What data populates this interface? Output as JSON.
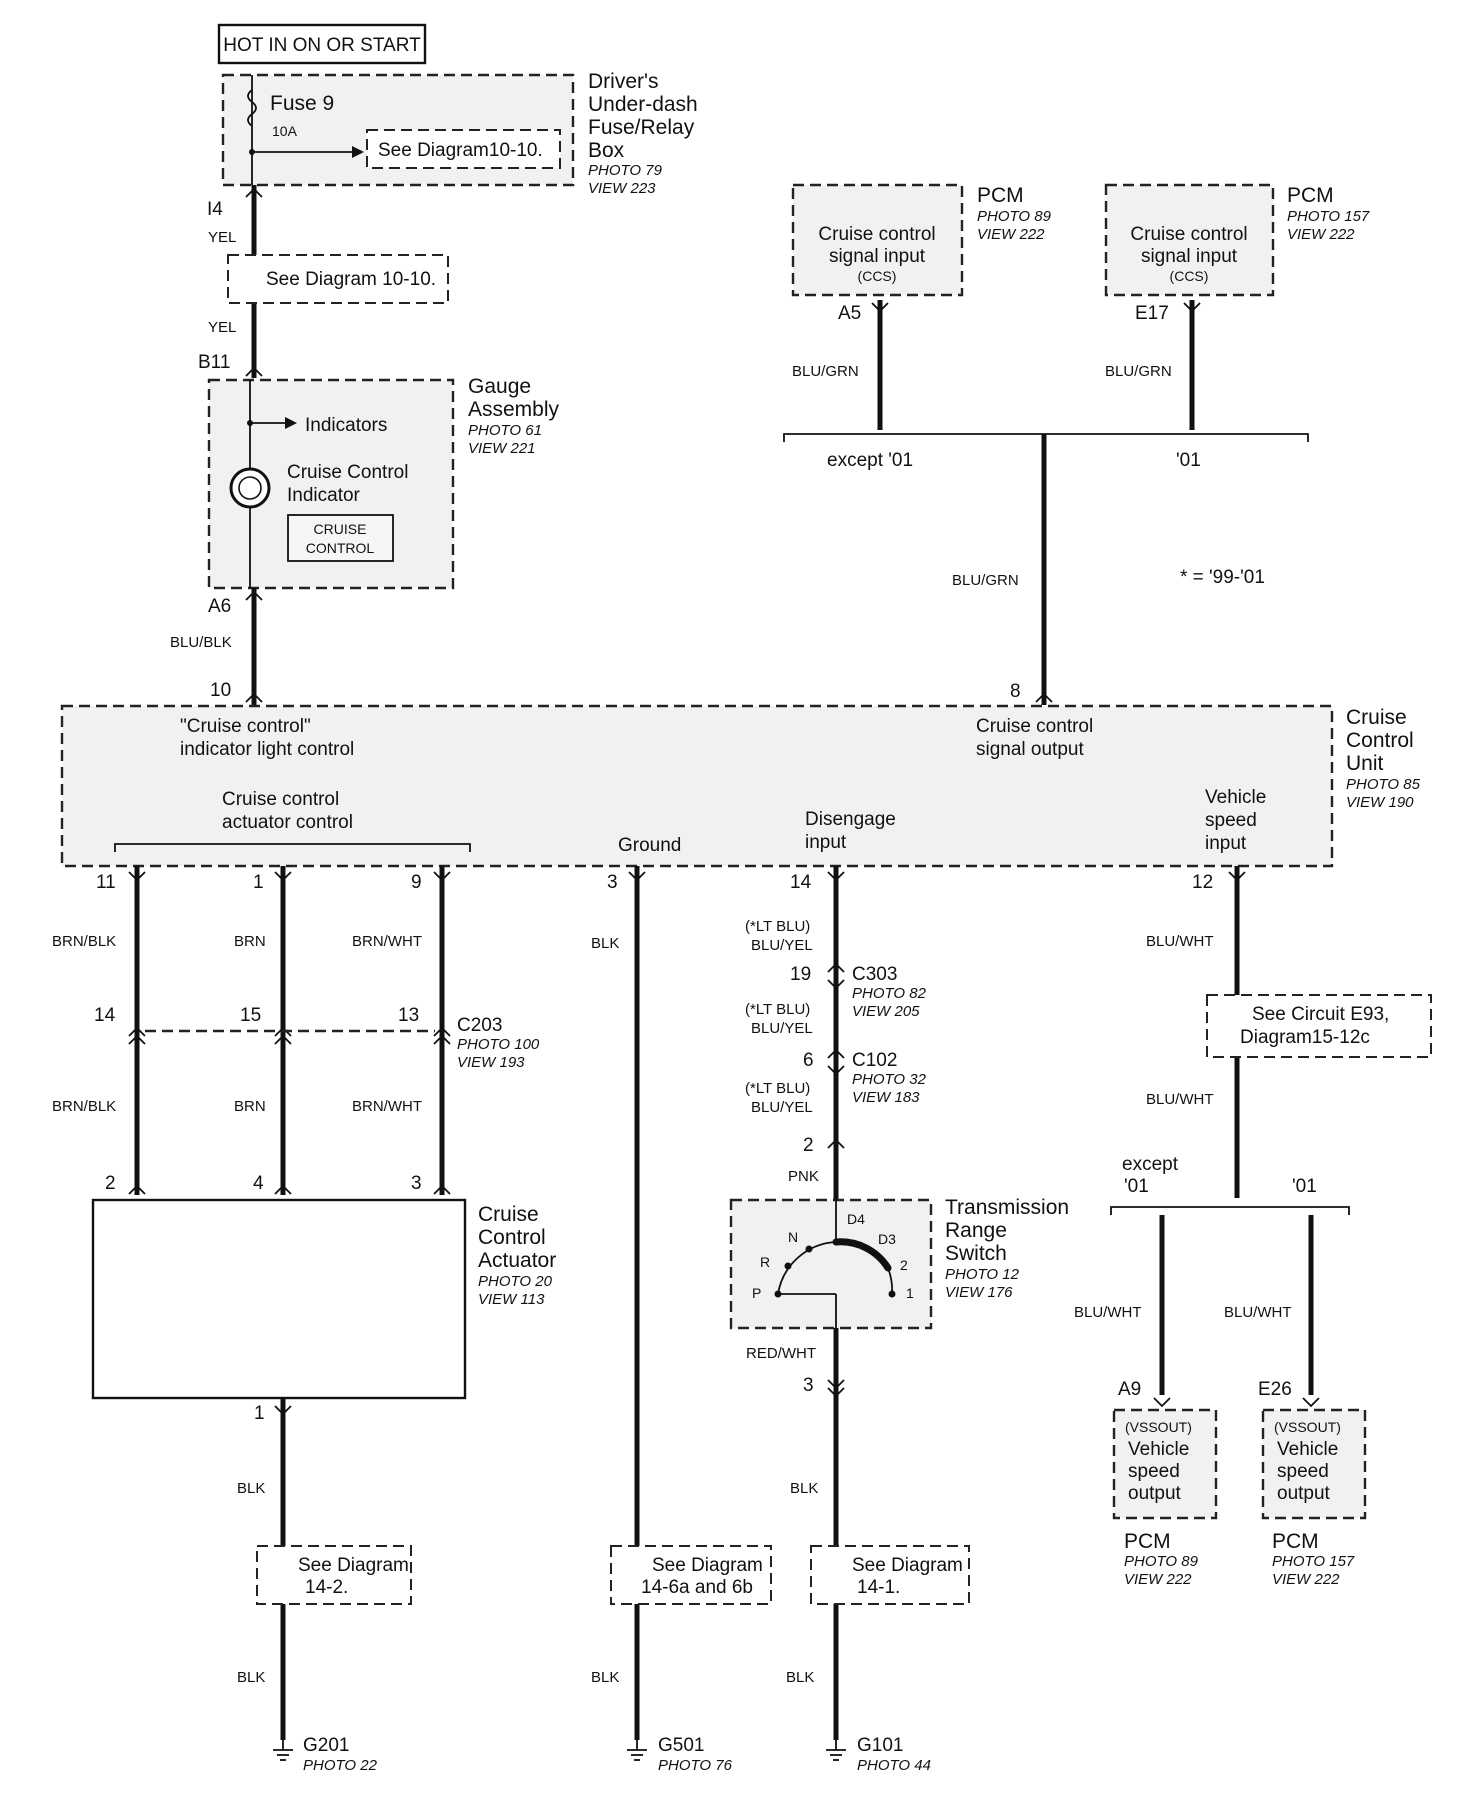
{
  "power": {
    "hot_label": "HOT IN ON OR START"
  },
  "fuse_box": {
    "fuse": "Fuse 9",
    "amps": "10A",
    "see": "See Diagram10-10.",
    "name_l1": "Driver's",
    "name_l2": "Under-dash",
    "name_l3": "Fuse/Relay",
    "name_l4": "Box",
    "photo": "PHOTO 79",
    "view": "VIEW 223"
  },
  "feed": {
    "pin_i4": "I4",
    "wire1": "YEL",
    "see": "See Diagram 10-10.",
    "wire2": "YEL",
    "pin_b11": "B11"
  },
  "gauge": {
    "indicators": "Indicators",
    "cc_l1": "Cruise Control",
    "cc_l2": "Indicator",
    "badge_l1": "CRUISE",
    "badge_l2": "CONTROL",
    "name_l1": "Gauge",
    "name_l2": "Assembly",
    "photo": "PHOTO 61",
    "view": "VIEW 221",
    "pin_a6": "A6",
    "wire": "BLU/BLK",
    "pin_10": "10"
  },
  "pcm_ccs_left": {
    "l1": "Cruise control",
    "l2": "signal input",
    "l3": "(CCS)",
    "name": "PCM",
    "photo": "PHOTO 89",
    "view": "VIEW 222",
    "pin": "A5",
    "wire": "BLU/GRN",
    "branch": "except '01"
  },
  "pcm_ccs_right": {
    "l1": "Cruise control",
    "l2": "signal input",
    "l3": "(CCS)",
    "name": "PCM",
    "photo": "PHOTO 157",
    "view": "VIEW 222",
    "pin": "E17",
    "wire": "BLU/GRN",
    "branch": "'01"
  },
  "ccs_trunk": {
    "wire": "BLU/GRN",
    "note": "* = '99-'01",
    "pin_8": "8"
  },
  "ccu": {
    "f1_l1": "\"Cruise control\"",
    "f1_l2": "indicator light control",
    "f2_l1": "Cruise control",
    "f2_l2": "actuator control",
    "f3_l1": "Cruise control",
    "f3_l2": "signal output",
    "ground": "Ground",
    "dis_l1": "Disengage",
    "dis_l2": "input",
    "vs_l1": "Vehicle",
    "vs_l2": "speed",
    "vs_l3": "input",
    "name_l1": "Cruise",
    "name_l2": "Control",
    "name_l3": "Unit",
    "photo": "PHOTO 85",
    "view": "VIEW 190"
  },
  "actuator_wires": {
    "p11": "11",
    "p1": "1",
    "p9": "9",
    "w1": "BRN/BLK",
    "w2": "BRN",
    "w3": "BRN/WHT",
    "c14": "14",
    "c15": "15",
    "c13": "13",
    "conn": "C203",
    "conn_photo": "PHOTO 100",
    "conn_view": "VIEW 193",
    "w4": "BRN/BLK",
    "w5": "BRN",
    "w6": "BRN/WHT",
    "a2": "2",
    "a4": "4",
    "a3": "3"
  },
  "actuator": {
    "name_l1": "Cruise",
    "name_l2": "Control",
    "name_l3": "Actuator",
    "photo": "PHOTO 20",
    "view": "VIEW 113",
    "pin1": "1",
    "wire1": "BLK",
    "see_l1": "See Diagram",
    "see_l2": "14-2.",
    "wire2": "BLK",
    "ground": "G201",
    "ground_photo": "PHOTO 22"
  },
  "ground_run": {
    "pin3": "3",
    "wire1": "BLK",
    "see_l1": "See Diagram",
    "see_l2": "14-6a and 6b",
    "wire2": "BLK",
    "ground": "G501",
    "ground_photo": "PHOTO 76"
  },
  "disengage": {
    "pin14": "14",
    "alt1": "(*LT BLU)",
    "w1": "BLU/YEL",
    "c19": "19",
    "conn1": "C303",
    "conn1_photo": "PHOTO 82",
    "conn1_view": "VIEW 205",
    "alt2": "(*LT BLU)",
    "w2": "BLU/YEL",
    "c6": "6",
    "conn2": "C102",
    "conn2_photo": "PHOTO 32",
    "conn2_view": "VIEW 183",
    "alt3": "(*LT BLU)",
    "w3": "BLU/YEL",
    "p2": "2",
    "w4": "PNK"
  },
  "trs": {
    "pos_n": "N",
    "pos_d4": "D4",
    "pos_d3": "D3",
    "pos_r": "R",
    "pos_2": "2",
    "pos_p": "P",
    "pos_1": "1",
    "name_l1": "Transmission",
    "name_l2": "Range",
    "name_l3": "Switch",
    "photo": "PHOTO 12",
    "view": "VIEW 176",
    "wire_out": "RED/WHT",
    "pin3": "3",
    "wire1": "BLK",
    "see_l1": "See Diagram",
    "see_l2": "14-1.",
    "wire2": "BLK",
    "ground": "G101",
    "ground_photo": "PHOTO 44"
  },
  "vss": {
    "pin12": "12",
    "w1": "BLU/WHT",
    "see_l1": "See Circuit E93,",
    "see_l2": "Diagram15-12c",
    "w2": "BLU/WHT",
    "branch_left_l1": "except",
    "branch_left_l2": "'01",
    "branch_right": "'01",
    "wl": "BLU/WHT",
    "wr": "BLU/WHT",
    "pin_a9": "A9",
    "pin_e26": "E26"
  },
  "pcm_vss_left": {
    "l1": "(VSSOUT)",
    "l2": "Vehicle",
    "l3": "speed",
    "l4": "output",
    "name": "PCM",
    "photo": "PHOTO 89",
    "view": "VIEW 222"
  },
  "pcm_vss_right": {
    "l1": "(VSSOUT)",
    "l2": "Vehicle",
    "l3": "speed",
    "l4": "output",
    "name": "PCM",
    "photo": "PHOTO 157",
    "view": "VIEW 222"
  }
}
